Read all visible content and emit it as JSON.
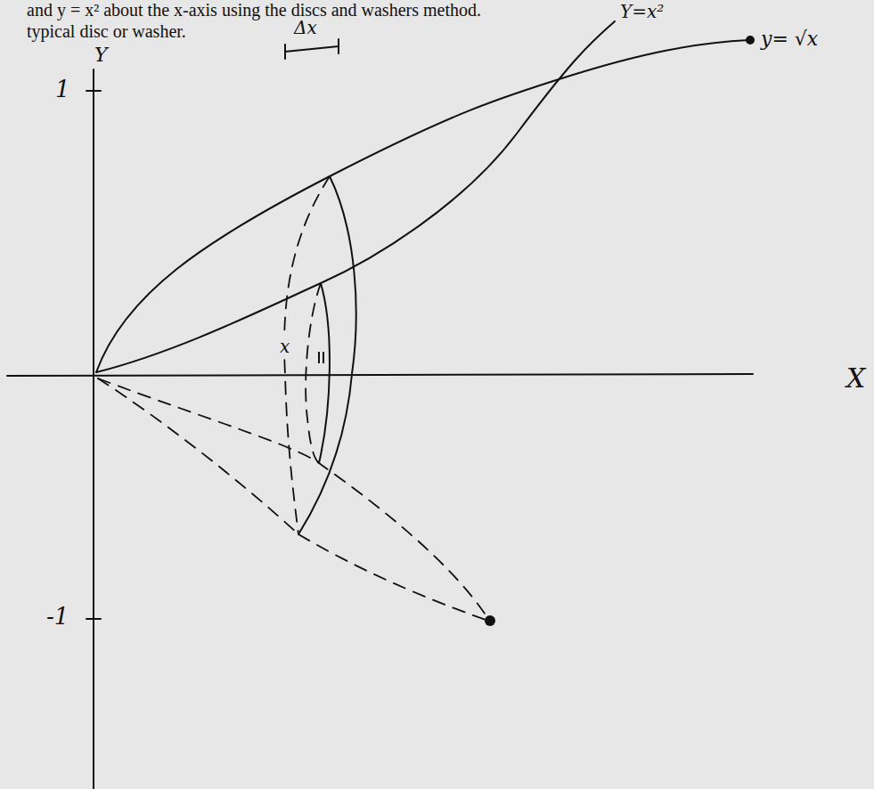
{
  "diagram": {
    "labels": [
      "and y = x² about the x-axis using the discs and washers method.",
      "typical disc or washer.",
      "Y",
      "1",
      "-1",
      "X",
      "Δx",
      "x",
      "Y=x²",
      "y= √x"
    ]
  }
}
